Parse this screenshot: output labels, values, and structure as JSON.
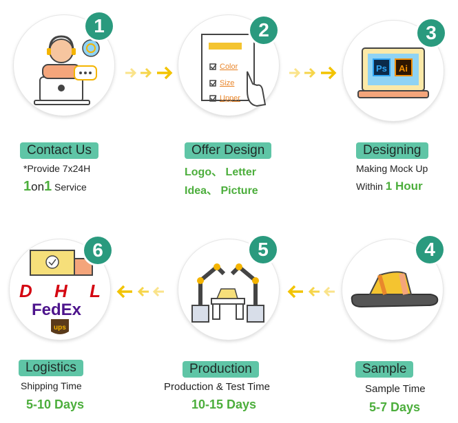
{
  "steps": [
    {
      "number": "1",
      "title": "Contact Us",
      "line1": "*Provide 7x24H",
      "line2_a": "1",
      "line2_b": "on",
      "line2_c": "1",
      "line2_d": " Service"
    },
    {
      "number": "2",
      "title": "Offer Design",
      "line1": "Logo、 Letter",
      "line2": "Idea、 Picture",
      "list": [
        "Color",
        "Size",
        "Upper"
      ]
    },
    {
      "number": "3",
      "title": "Designing",
      "line1": "Making Mock Up",
      "line2_a": "Within",
      "line2_b": "1 Hour",
      "icons": [
        "Ps",
        "Ai"
      ]
    },
    {
      "number": "4",
      "title": "Sample",
      "line1": "Sample Time",
      "line2": "5-7 Days"
    },
    {
      "number": "5",
      "title": "Production",
      "line1": "Production & Test Time",
      "line2": "10-15 Days"
    },
    {
      "number": "6",
      "title": "Logistics",
      "line1": "Shipping Time",
      "line2": "5-10 Days",
      "logos": [
        "DHL",
        "FedEx",
        "ups"
      ]
    }
  ],
  "colors": {
    "accent": "#5fc5a6",
    "badge": "#2a9a7e",
    "arrow": "#f2c300",
    "green": "#4cae3c"
  }
}
